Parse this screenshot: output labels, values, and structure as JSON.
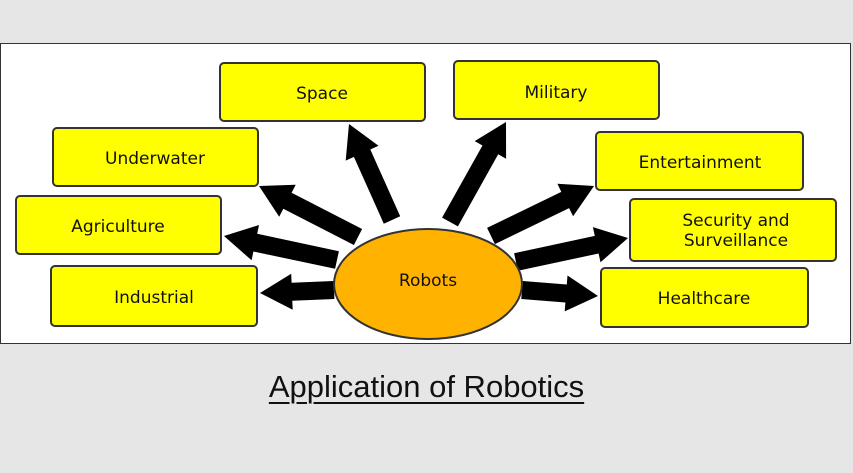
{
  "diagram": {
    "center_label": "Robots",
    "applications": [
      {
        "id": "space",
        "label": "Space"
      },
      {
        "id": "military",
        "label": "Military"
      },
      {
        "id": "underwater",
        "label": "Underwater"
      },
      {
        "id": "entertainment",
        "label": "Entertainment"
      },
      {
        "id": "agriculture",
        "label": "Agriculture"
      },
      {
        "id": "security",
        "label": "Security and Surveillance",
        "lines": [
          "Security and",
          "Surveillance"
        ]
      },
      {
        "id": "industrial",
        "label": "Industrial"
      },
      {
        "id": "healthcare",
        "label": "Healthcare"
      }
    ]
  },
  "caption": "Application of Robotics",
  "colors": {
    "box_fill": "#ffff00",
    "center_fill": "#ffb300",
    "arrow": "#000000"
  }
}
